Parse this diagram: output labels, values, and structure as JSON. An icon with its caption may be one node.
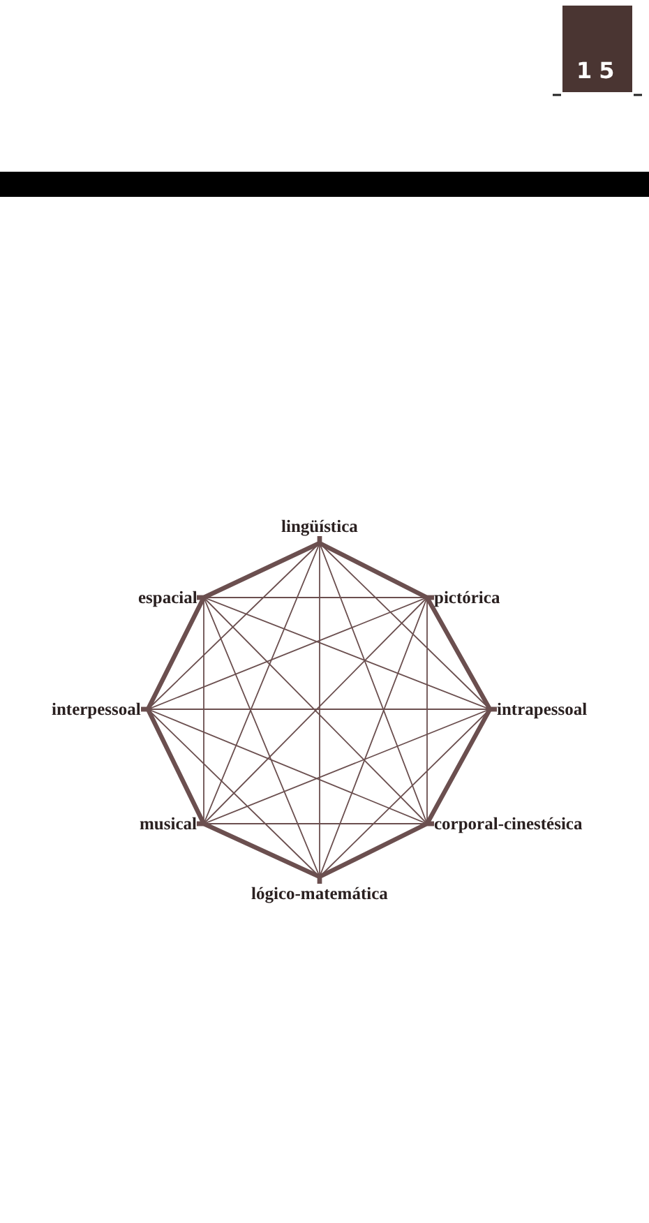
{
  "diagram": {
    "nodes": [
      {
        "text": [
          "lingüística"
        ]
      },
      {
        "text": [
          "espacial"
        ]
      },
      {
        "text": [
          "pictórica"
        ]
      },
      {
        "text": [
          "interpessoal"
        ]
      },
      {
        "text": [
          "intrapessoal"
        ]
      },
      {
        "text": [
          "musical"
        ]
      },
      {
        "text": [
          "corporal-cinestésica"
        ]
      },
      {
        "text": [
          "lógico-matemática"
        ]
      }
    ],
    "edges": [
      {
        "from": 0,
        "to": 1,
        "arrow": "none",
        "style": "thick"
      },
      {
        "from": 0,
        "to": 2,
        "arrow": "none",
        "style": "thick"
      },
      {
        "from": 0,
        "to": 3,
        "arrow": "none"
      },
      {
        "from": 0,
        "to": 4,
        "arrow": "none"
      },
      {
        "from": 0,
        "to": 5,
        "arrow": "none"
      },
      {
        "from": 0,
        "to": 6,
        "arrow": "none"
      },
      {
        "from": 0,
        "to": 7,
        "arrow": "none"
      },
      {
        "from": 1,
        "to": 2,
        "arrow": "none"
      },
      {
        "from": 1,
        "to": 3,
        "arrow": "none",
        "style": "thick"
      },
      {
        "from": 1,
        "to": 4,
        "arrow": "none"
      },
      {
        "from": 1,
        "to": 5,
        "arrow": "none"
      },
      {
        "from": 1,
        "to": 6,
        "arrow": "none"
      },
      {
        "from": 1,
        "to": 7,
        "arrow": "none"
      },
      {
        "from": 2,
        "to": 3,
        "arrow": "none"
      },
      {
        "from": 2,
        "to": 4,
        "arrow": "none",
        "style": "thick"
      },
      {
        "from": 2,
        "to": 5,
        "arrow": "none"
      },
      {
        "from": 2,
        "to": 6,
        "arrow": "none"
      },
      {
        "from": 2,
        "to": 7,
        "arrow": "none"
      },
      {
        "from": 3,
        "to": 4,
        "arrow": "none"
      },
      {
        "from": 3,
        "to": 5,
        "arrow": "none",
        "style": "thick"
      },
      {
        "from": 3,
        "to": 6,
        "arrow": "none"
      },
      {
        "from": 3,
        "to": 7,
        "arrow": "none"
      },
      {
        "from": 4,
        "to": 5,
        "arrow": "none"
      },
      {
        "from": 4,
        "to": 6,
        "arrow": "none",
        "style": "thick"
      },
      {
        "from": 4,
        "to": 7,
        "arrow": "none"
      },
      {
        "from": 5,
        "to": 6,
        "arrow": "none"
      },
      {
        "from": 5,
        "to": 7,
        "arrow": "none",
        "style": "thick"
      },
      {
        "from": 6,
        "to": 7,
        "arrow": "none",
        "style": "thick"
      }
    ],
    "labels": [
      "15"
    ]
  }
}
